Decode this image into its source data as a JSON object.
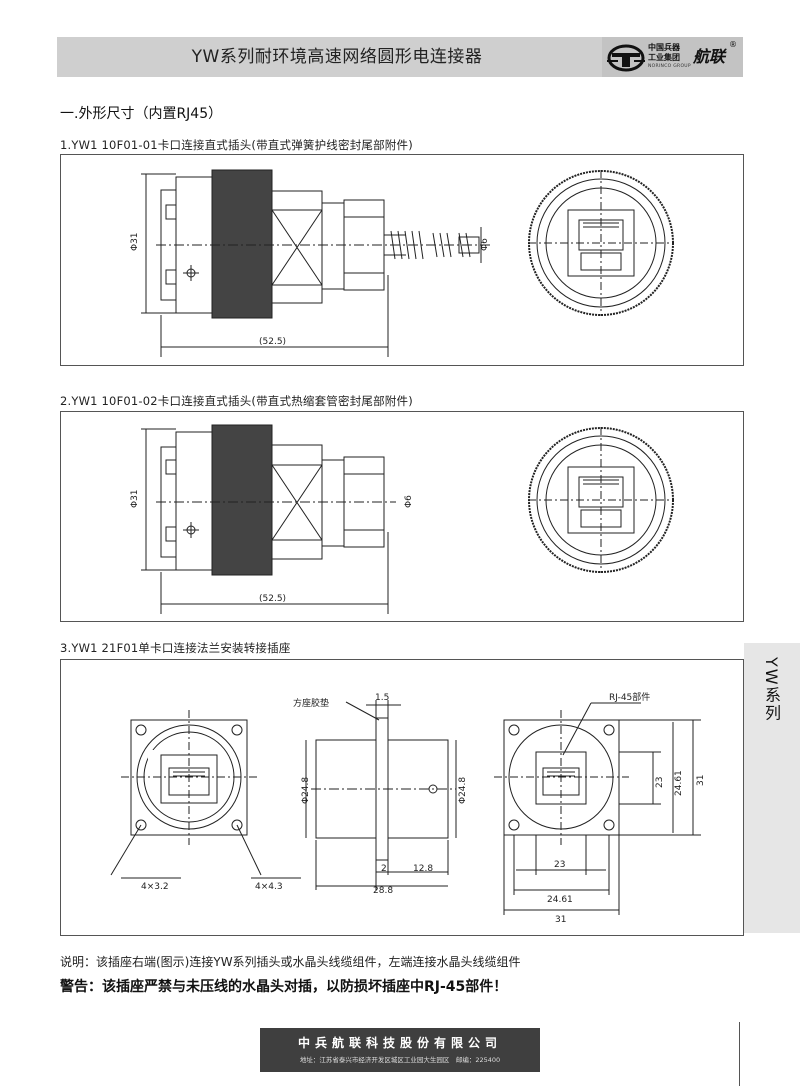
{
  "header": {
    "title": "YW系列耐环境高速网络圆形电连接器",
    "logo_line1": "中国兵器",
    "logo_line2": "工业集团",
    "logo_en": "NORINCO GROUP",
    "logo_brand": "航联",
    "logo_reg": "®"
  },
  "section": {
    "title": "一.外形尺寸（内置RJ45）"
  },
  "items": [
    {
      "caption": "1.YW1 10F01-01卡口连接直式插头(带直式弹簧护线密封尾部附件)",
      "dim_dia": "Φ31",
      "dim_len": "(52.5)",
      "dim_small": "Φ6"
    },
    {
      "caption": "2.YW1 10F01-02卡口连接直式插头(带直式热缩套管密封尾部附件)",
      "dim_dia": "Φ31",
      "dim_len": "(52.5)",
      "dim_small": "Φ6"
    },
    {
      "caption": "3.YW1 21F01单卡口连接法兰安装转接插座",
      "label_gasket": "方座胶垫",
      "dim_15": "1.5",
      "label_rj45": "RJ-45部件",
      "dim_248a": "Φ24.8",
      "dim_248b": "Φ24.8",
      "dim_2": "2",
      "dim_128": "12.8",
      "dim_288": "28.8",
      "dim_432": "4×3.2",
      "dim_443": "4×4.3",
      "dim_23": "23",
      "dim_2461": "24.61",
      "dim_31": "31",
      "dim_23v": "23",
      "dim_2461v": "24.61",
      "dim_31v": "31"
    }
  ],
  "side_tab": "YW系列",
  "note": "说明：该插座右端(图示)连接YW系列插头或水晶头线缆组件，左端连接水晶头线缆组件",
  "warning": "警告：该插座严禁与未压线的水晶头对插，以防损坏插座中RJ-45部件！",
  "footer": {
    "company": "中兵航联科技股份有限公司",
    "address": "地址：江苏省泰兴市经济开发区城区工业园大生园区　邮编：225400"
  }
}
